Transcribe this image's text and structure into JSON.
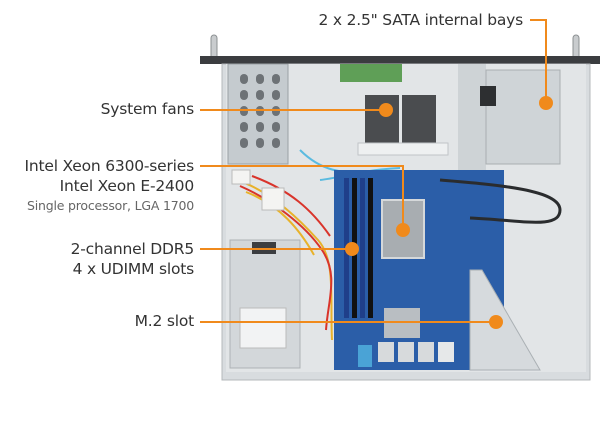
{
  "figure": {
    "subject": "1U server chassis top view (internal layout)",
    "accent_color": "#f08a1c",
    "callouts": [
      {
        "id": "sata-bays",
        "lines": [
          "2 x 2.5\" SATA internal bays"
        ]
      },
      {
        "id": "system-fans",
        "lines": [
          "System fans"
        ]
      },
      {
        "id": "cpu",
        "lines": [
          "Intel Xeon 6300-series",
          "Intel Xeon E-2400"
        ],
        "sub": "Single processor, LGA 1700"
      },
      {
        "id": "memory",
        "lines": [
          "2-channel DDR5",
          "4 x UDIMM slots"
        ]
      },
      {
        "id": "m2-slot",
        "lines": [
          "M.2 slot"
        ]
      }
    ]
  }
}
